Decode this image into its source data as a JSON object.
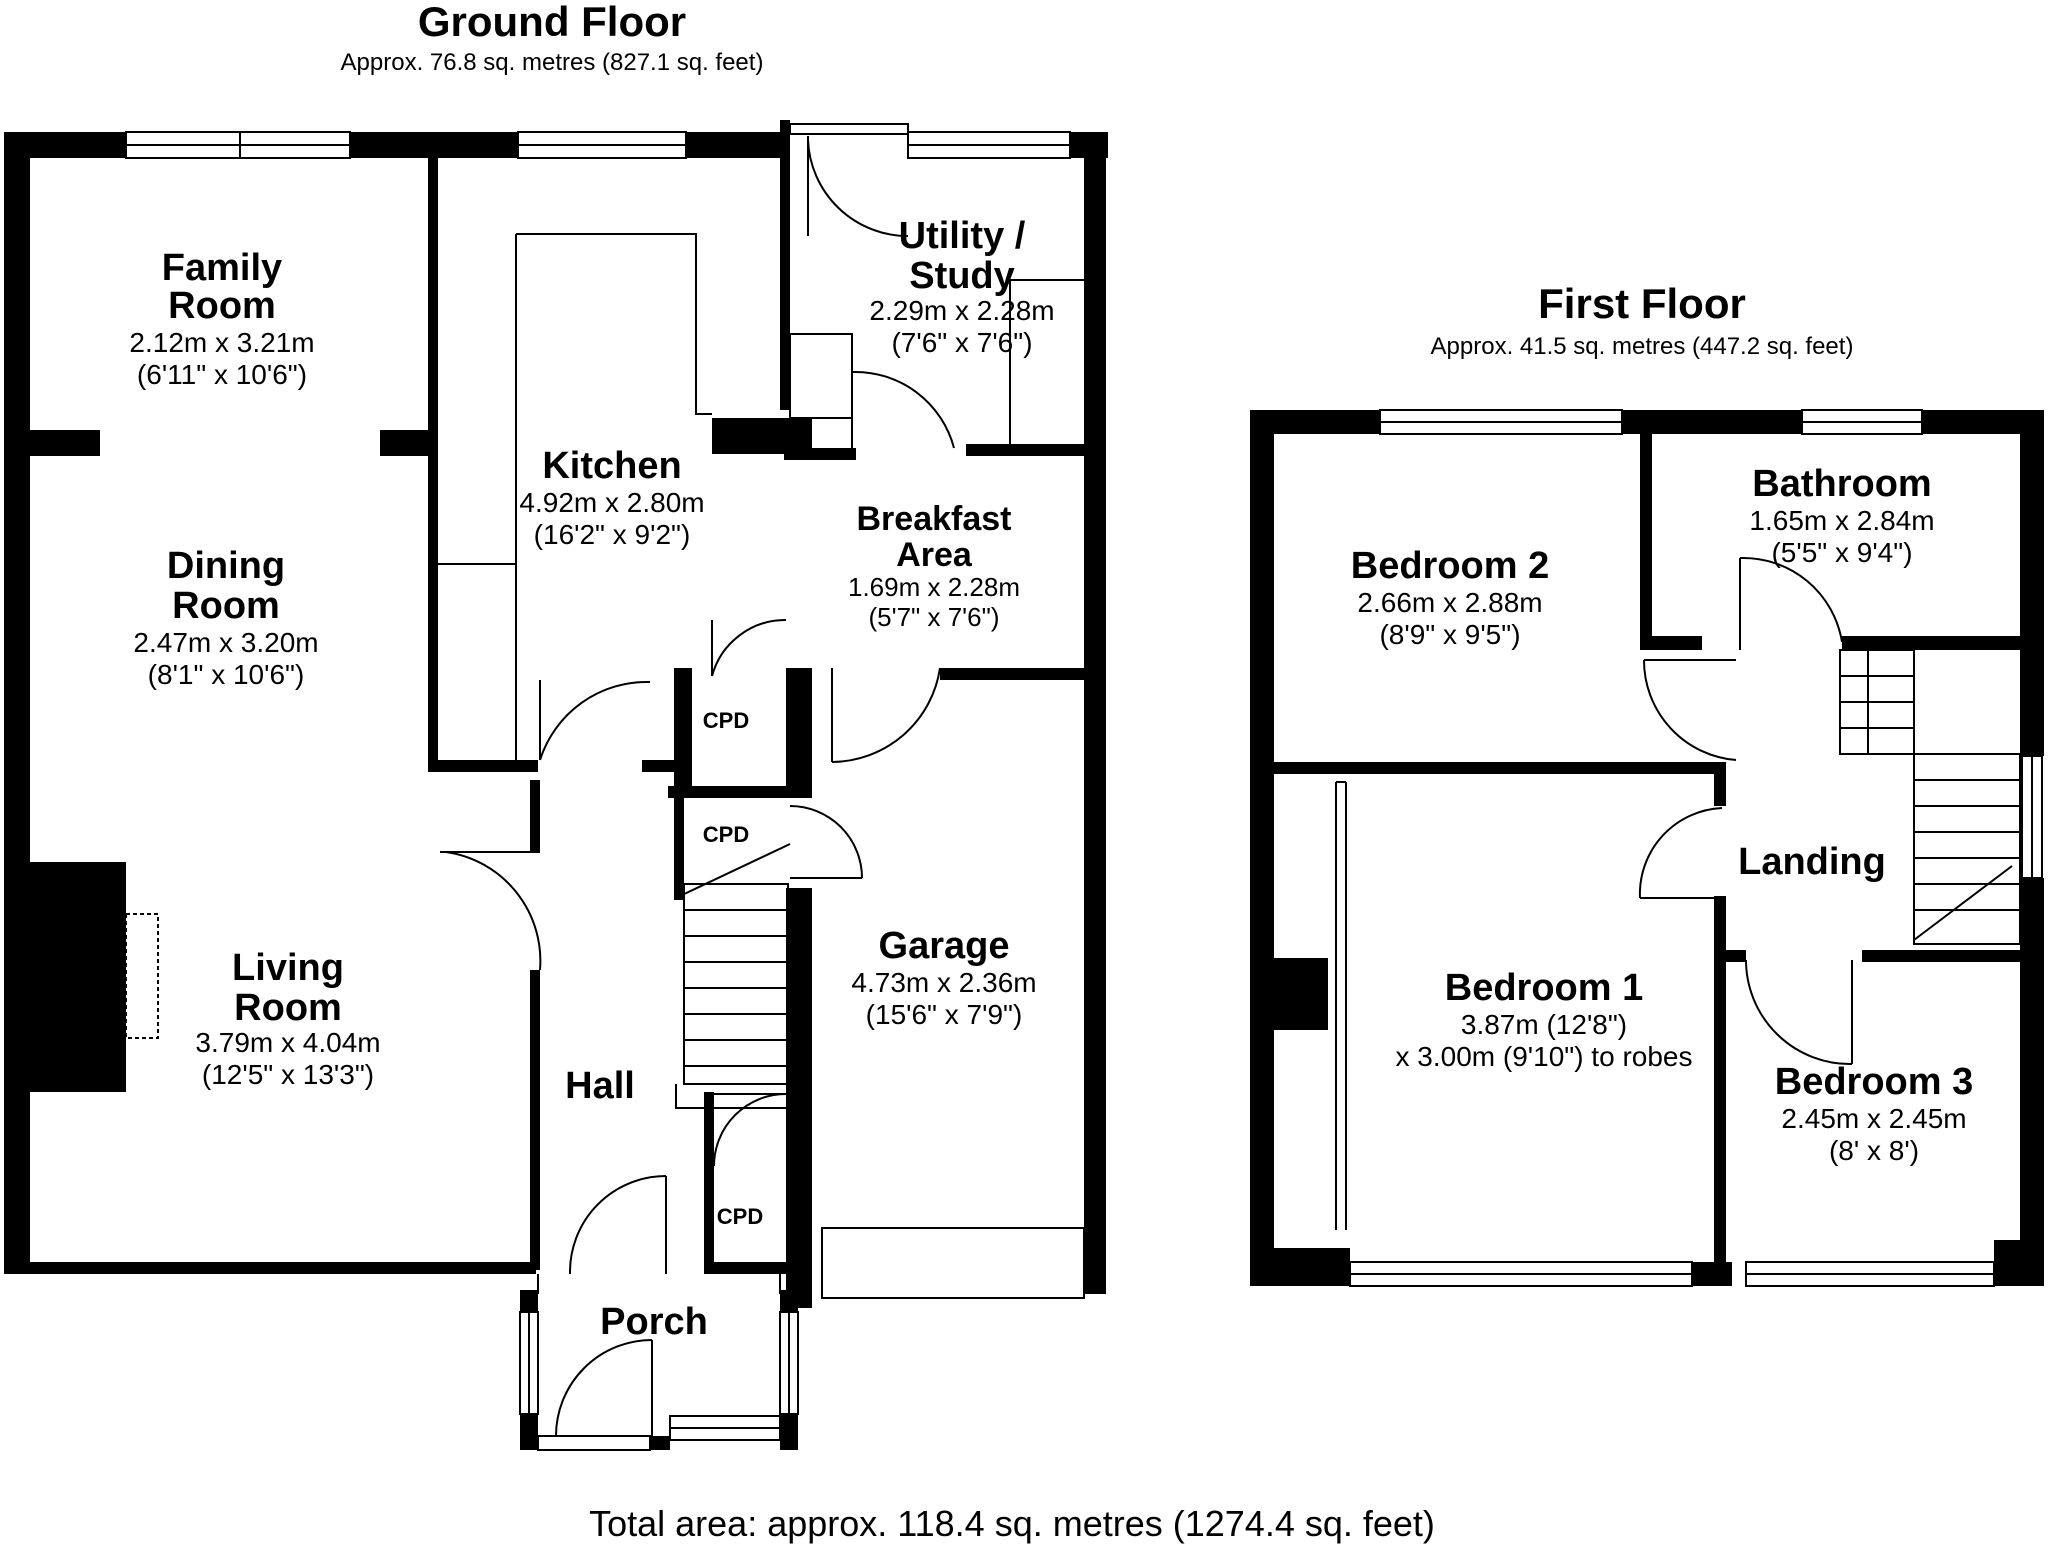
{
  "ground_floor": {
    "title": "Ground Floor",
    "area": "Approx. 76.8 sq. metres (827.1 sq. feet)",
    "rooms": {
      "family_room": {
        "name": [
          "Family",
          "Room"
        ],
        "dims": [
          "2.12m x 3.21m",
          "(6'11\" x 10'6\")"
        ]
      },
      "dining_room": {
        "name": [
          "Dining",
          "Room"
        ],
        "dims": [
          "2.47m x 3.20m",
          "(8'1\" x 10'6\")"
        ]
      },
      "living_room": {
        "name": [
          "Living",
          "Room"
        ],
        "dims": [
          "3.79m x 4.04m",
          "(12'5\" x 13'3\")"
        ]
      },
      "kitchen": {
        "name": [
          "Kitchen"
        ],
        "dims": [
          "4.92m x 2.80m",
          "(16'2\" x 9'2\")"
        ]
      },
      "utility_study": {
        "name": [
          "Utility /",
          "Study"
        ],
        "dims": [
          "2.29m x 2.28m",
          "(7'6\" x 7'6\")"
        ]
      },
      "breakfast_area": {
        "name": [
          "Breakfast",
          "Area"
        ],
        "dims": [
          "1.69m x 2.28m",
          "(5'7\" x 7'6\")"
        ]
      },
      "garage": {
        "name": [
          "Garage"
        ],
        "dims": [
          "4.73m x 2.36m",
          "(15'6\" x 7'9\")"
        ]
      },
      "hall": {
        "name": [
          "Hall"
        ]
      },
      "porch": {
        "name": [
          "Porch"
        ]
      },
      "cpd_1": {
        "name": [
          "CPD"
        ]
      },
      "cpd_2": {
        "name": [
          "CPD"
        ]
      },
      "cpd_3": {
        "name": [
          "CPD"
        ]
      }
    }
  },
  "first_floor": {
    "title": "First Floor",
    "area": "Approx. 41.5 sq. metres (447.2 sq. feet)",
    "rooms": {
      "bedroom_2": {
        "name": [
          "Bedroom 2"
        ],
        "dims": [
          "2.66m x 2.88m",
          "(8'9\" x 9'5\")"
        ]
      },
      "bathroom": {
        "name": [
          "Bathroom"
        ],
        "dims": [
          "1.65m x 2.84m",
          "(5'5\" x 9'4\")"
        ]
      },
      "landing": {
        "name": [
          "Landing"
        ]
      },
      "bedroom_1": {
        "name": [
          "Bedroom 1"
        ],
        "dims": [
          "3.87m (12'8\")",
          "x 3.00m (9'10\") to robes"
        ]
      },
      "bedroom_3": {
        "name": [
          "Bedroom 3"
        ],
        "dims": [
          "2.45m x 2.45m",
          "(8' x 8')"
        ]
      }
    }
  },
  "total_area": "Total area: approx. 118.4 sq. metres (1274.4 sq. feet)",
  "colors": {
    "wall": "#000000",
    "line": "#000000",
    "background": "#ffffff"
  }
}
